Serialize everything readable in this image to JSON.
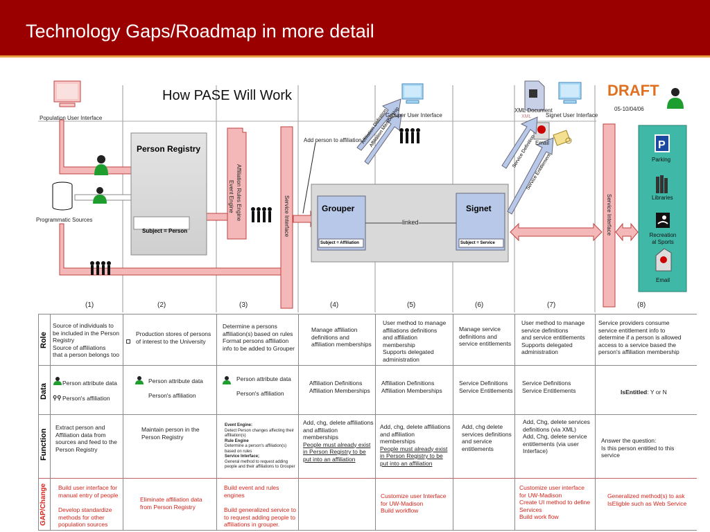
{
  "slide": {
    "title": "Technology Gaps/Roadmap in more detail"
  },
  "diagram": {
    "heading": "How PASE Will Work",
    "draft": "DRAFT",
    "date": "05-10/04/06",
    "labels": {
      "population_ui": "Population User Interface",
      "programmatic": "Programmatic Sources",
      "person_registry": "Person Registry",
      "subject_person": "Subject = Person",
      "affil_engine": "Affiliation Rules Engine",
      "event_engine": "Event  Engine",
      "service_interface": "Service Interface",
      "add_person": "Add person to affiliation",
      "grouper_ui": "Grouper User Interface",
      "affil_def": "Affiliation Definition",
      "affil_mem": "Affiliation Membership",
      "grouper": "Grouper",
      "subject_affil": "Subject = Affiliation",
      "linked": "linked",
      "signet": "Signet",
      "subject_service": "Subject = Service",
      "xml_doc": "XML Document",
      "xml": "XML",
      "signet_ui": "Signet User Interface",
      "email_small": "Email",
      "service_def": "Service Definition",
      "service_ent": "Service Entitlement",
      "service_interface2": "Service Interface",
      "parking": "Parking",
      "libraries": "Libraries",
      "recreation": "Recreation al Sports",
      "email": "Email"
    },
    "columns": [
      "(1)",
      "(2)",
      "(3)",
      "(4)",
      "(5)",
      "(6)",
      "(7)",
      "(8)"
    ]
  },
  "table": {
    "rows": {
      "role": "Role",
      "data": "Data",
      "function": "Function",
      "gap": "GAP/Change"
    },
    "role": [
      "Source of individuals to be included in the Person Registry\nSource of affiliations\n that a person belongs too",
      "Production stores of persons of interest to the University",
      "Determine a persons affiliation(s) based on rules\nFormat persons affiliation info to be added to Grouper",
      "Manage affiliation definitions and\naffiliation memberships",
      "User method to manage affiliations definitions\nand affiliation membership\nSupports delegated administration",
      "Manage service definitions and\nservice entitlements",
      "User method to manage service  definitions\nand service entitlements\nSupports delegated administration",
      "Service providers consume service entitlement  info to determine if a person is allowed access to a service based the person's affiliation membership"
    ],
    "data": {
      "c1a": "Person attribute data",
      "c1b": "Person's affiliation",
      "c2a": "Person attribute data",
      "c2b": "Person's affiliation",
      "c3a": "Person attribute data",
      "c3b": "Person's affiliation",
      "c4": "Affiliation Definitions\nAffiliation Memberships",
      "c5": "Affiliation Definitions\nAffiliation Memberships",
      "c6": "Service Definitions\nService Entitlements",
      "c7": "Service Definitions\nService Entitlements",
      "c8_bold": "IsEntitled",
      "c8_rest": ": Y or N"
    },
    "function": {
      "c1": "Extract person and Affiliation data from sources and feed to the Person Registry",
      "c2": "Maintain person in the Person Registry",
      "c3_h1": "Event Engine:",
      "c3_t1": "Detect Person changes affecting their affiliation(s)",
      "c3_h2": "Rule Engine",
      "c3_t2": "Determine a person's affiliation(s) based on rules",
      "c3_h3": "Service Interface;",
      "c3_t3": "General method to request adding people and their affiliations to Grouper",
      "c4a": "Add, chg, delete affiliations and affiliation memberships",
      "c4b": "People must already exist in Person Registry to be put into an affiliation",
      "c5a": "Add, chg, delete affiliations and affiliation memberships",
      "c5b": "People must already exist in Person Registry to be put into an affiliation",
      "c6": "Add, chg delete services definitions and service  entitlements",
      "c7": "Add, Chg, delete services definitions (via XML)\nAdd, Chg, delete service entitlements (via user Interface)",
      "c8": "Answer the question:\n Is this person entitled to this service"
    },
    "gap": {
      "c1a": "Build user interface for manual entry of people",
      "c1b": "Develop standardize methods for other population sources",
      "c2": "Eliminate affiliation data from Person Registry",
      "c3a": "Build event and rules engines",
      "c3b": "Build generalized service to to request adding people to affiliations in grouper.",
      "c5": "Customize user Interface for UW-Madison\nBuild workflow",
      "c7": "Customize user interface\n for UW-Madison\nCreate UI method to define Services\nBuild work flow",
      "c8": "Generalized method(s) to ask IsEligble such as Web Service"
    }
  },
  "colors": {
    "header": "#9b0000",
    "arrow_fill": "#f4b8b8",
    "arrow_stroke": "#c04040",
    "box_gray": "#d8d8d8",
    "box_blue": "#b8c8e8",
    "services_teal": "#3fb8a8",
    "draft_orange": "#e07020",
    "gap_red": "#d6241a"
  }
}
